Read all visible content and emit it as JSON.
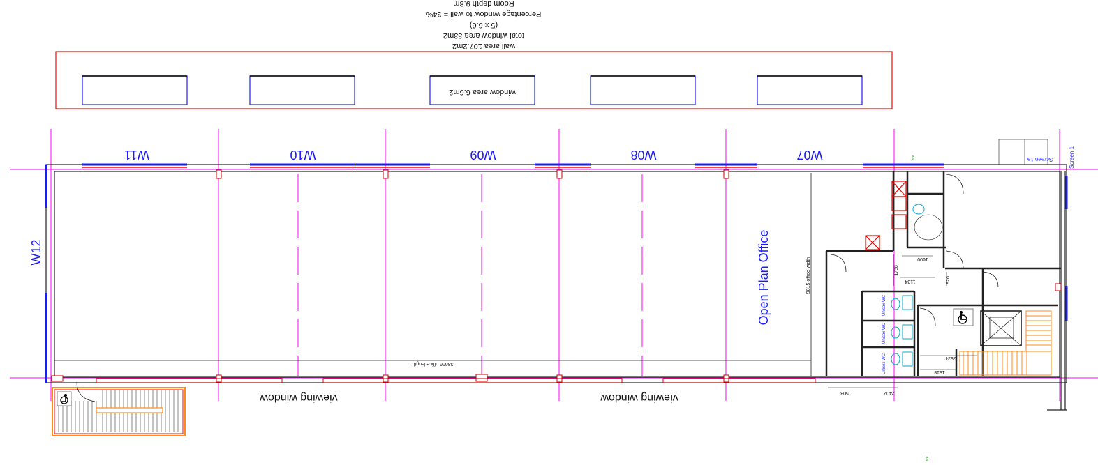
{
  "elevation": {
    "room_depth": "Room depth 9.8m",
    "percentage": "Percentage window to wall = 34%",
    "calc": "(5 x 6.6)",
    "total_window_area": "total window area 33m2",
    "wall_area": "wall area 107.2m2",
    "window_area_label": "window area 6.6m2"
  },
  "windows_top": [
    "W11",
    "W10",
    "W09",
    "W08",
    "W07"
  ],
  "window_left": "W12",
  "room_label": "Open Plan Office",
  "viewing_windows": [
    "viewing window",
    "viewing window"
  ],
  "dimensions": {
    "office_length": "38656 office length",
    "office_width": "9815 office width",
    "d1503": "1503",
    "d2402": "2402",
    "d1918": "1918",
    "d2934": "2934",
    "d1184": "1184",
    "d1788": "1788",
    "d1600": "1600",
    "d926": "926"
  },
  "wc_labels": [
    "Unisex WC",
    "Unisex WC",
    "Unisex WC"
  ],
  "screens": [
    "Screen 1a",
    "Screen 1"
  ],
  "small_green": [
    "fire",
    "fire"
  ],
  "colors": {
    "wall": "#222222",
    "window": "#1a1aff",
    "gridline": "#ff00ff",
    "outline_red": "#ff0000",
    "stair": "#ff8c1a"
  }
}
